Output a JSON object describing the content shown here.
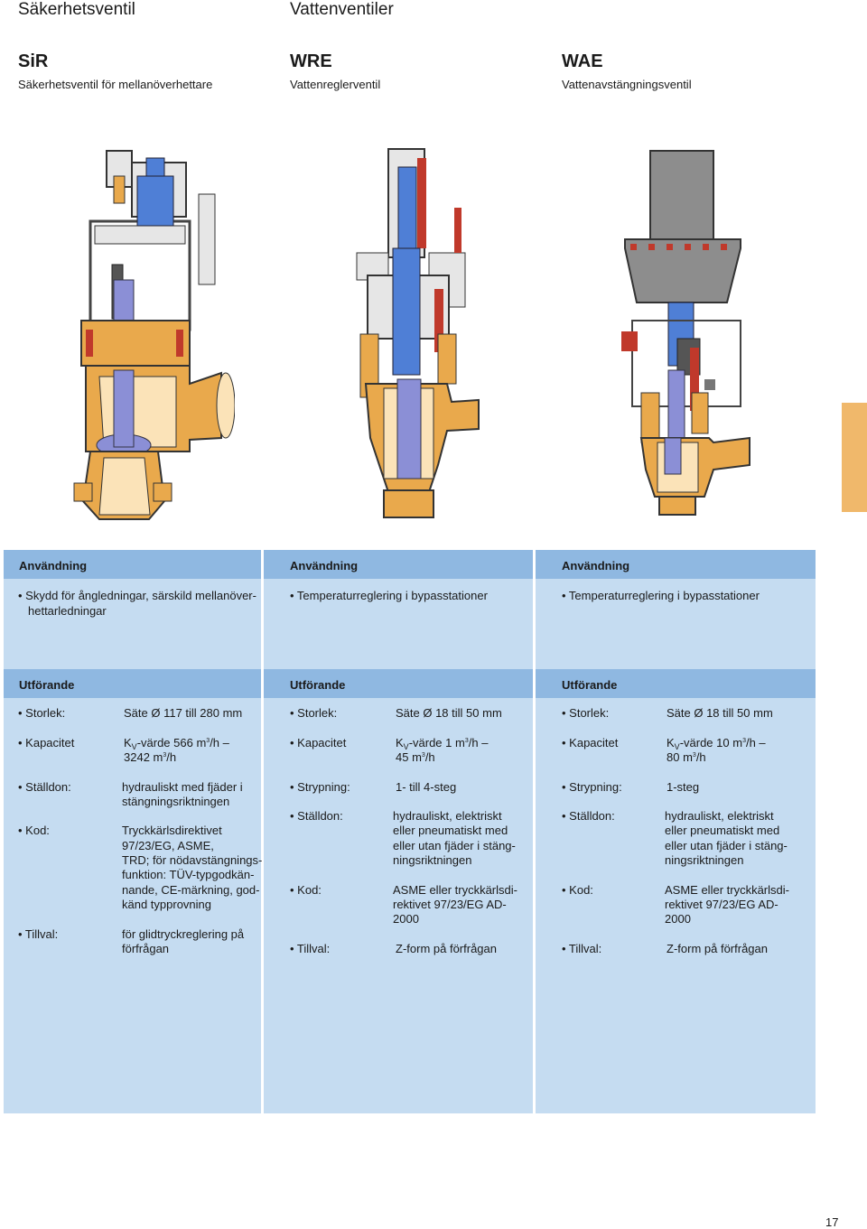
{
  "header": {
    "left_title": "Säkerhetsventil",
    "right_title": "Vattenventiler"
  },
  "products": [
    {
      "name": "SiR",
      "subtitle": "Säkerhetsventil för mellanöverhettare"
    },
    {
      "name": "WRE",
      "subtitle": "Vattenreglerventil"
    },
    {
      "name": "WAE",
      "subtitle": "Vattenavstängningsventil"
    }
  ],
  "columns": [
    {
      "usage_header": "Användning",
      "usage_lines": [
        "• Skydd för ångledningar, särskild mellanöver-",
        "hettarledningar"
      ],
      "design_header": "Utförande",
      "size_label": "• Storlek:",
      "size_value": "Säte Ø 117 till 280 mm",
      "cap_label": "• Kapacitet",
      "cap_k": "K",
      "cap_sub": "V",
      "cap_rest": "-värde 566 m",
      "cap_sup": "3",
      "cap_tail": "/h –",
      "cap2": "3242 m",
      "cap2_sup": "3",
      "cap2_tail": "/h",
      "act_label": "• Ställdon:",
      "act_lines": [
        "hydrauliskt med fjäder i",
        "stängningsriktningen"
      ],
      "code_label": "• Kod:",
      "code_lines": [
        "Tryckkärlsdirektivet",
        "97/23/EG, ASME,",
        "TRD; för nödavstängnings-",
        "funktion: TÜV-typgodkän-",
        "nande, CE-märkning, god-",
        "känd typprovning"
      ],
      "opt_label": "• Tillval:",
      "opt_lines": [
        "för glidtryckreglering på",
        "förfrågan"
      ]
    },
    {
      "usage_header": "Användning",
      "usage_lines": [
        "• Temperaturreglering i bypasstationer"
      ],
      "design_header": "Utförande",
      "size_label": "• Storlek:",
      "size_value": "Säte Ø 18 till 50 mm",
      "cap_label": "• Kapacitet",
      "cap_k": "K",
      "cap_sub": "V",
      "cap_rest": "-värde 1 m",
      "cap_sup": "3",
      "cap_tail": "/h –",
      "cap2": "45 m",
      "cap2_sup": "3",
      "cap2_tail": "/h",
      "throttle_label": "• Strypning:",
      "throttle_value": "1- till 4-steg",
      "act_label": "• Ställdon:",
      "act_lines": [
        "hydrauliskt, elektriskt",
        "eller pneumatiskt med",
        "eller utan fjäder i stäng-",
        "ningsriktningen"
      ],
      "code_label": "• Kod:",
      "code_lines": [
        "ASME eller tryckkärlsdi-",
        "rektivet 97/23/EG AD-",
        "2000"
      ],
      "opt_label": "• Tillval:",
      "opt_value": "Z-form på förfrågan"
    },
    {
      "usage_header": "Användning",
      "usage_lines": [
        "• Temperaturreglering i bypasstationer"
      ],
      "design_header": "Utförande",
      "size_label": "• Storlek:",
      "size_value": "Säte Ø 18 till 50 mm",
      "cap_label": "• Kapacitet",
      "cap_k": "K",
      "cap_sub": "V",
      "cap_rest": "-värde 10 m",
      "cap_sup": "3",
      "cap_tail": "/h –",
      "cap2": "80 m",
      "cap2_sup": "3",
      "cap2_tail": "/h",
      "throttle_label": "• Strypning:",
      "throttle_value": "1-steg",
      "act_label": "• Ställdon:",
      "act_lines": [
        "hydrauliskt, elektriskt",
        "eller pneumatiskt med",
        "eller utan fjäder i stäng-",
        "ningsriktningen"
      ],
      "code_label": "• Kod:",
      "code_lines": [
        "ASME eller tryckkärlsdi-",
        "rektivet 97/23/EG AD-",
        "2000"
      ],
      "opt_label": "• Tillval:",
      "opt_value": "Z-form på förfrågan"
    }
  ],
  "colors": {
    "header_blue": "#8fb8e1",
    "body_blue": "#c5dcf1",
    "valve_orange": "#e9a94c",
    "valve_blue": "#4f7fd6",
    "actuator_grey": "#8d8d8d",
    "tab_orange": "#f0b86b"
  },
  "page_number": "17"
}
